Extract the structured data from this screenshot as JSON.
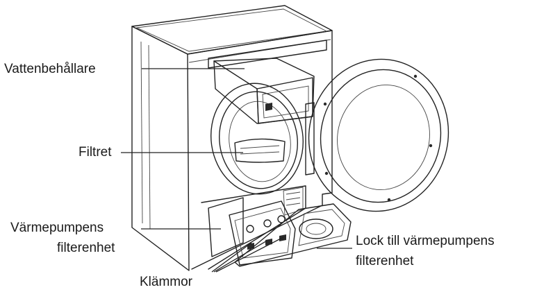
{
  "labels": {
    "water_container": "Vattenbehållare",
    "filter": "Filtret",
    "heat_pump_filter_line1": "Värmepumpens",
    "heat_pump_filter_line2": "filterenhet",
    "clips": "Klämmor",
    "cover_line1": "Lock till värmepumpens",
    "cover_line2": "filterenhet"
  },
  "colors": {
    "line": "#222222",
    "text": "#1a1a1a",
    "background": "#ffffff"
  }
}
